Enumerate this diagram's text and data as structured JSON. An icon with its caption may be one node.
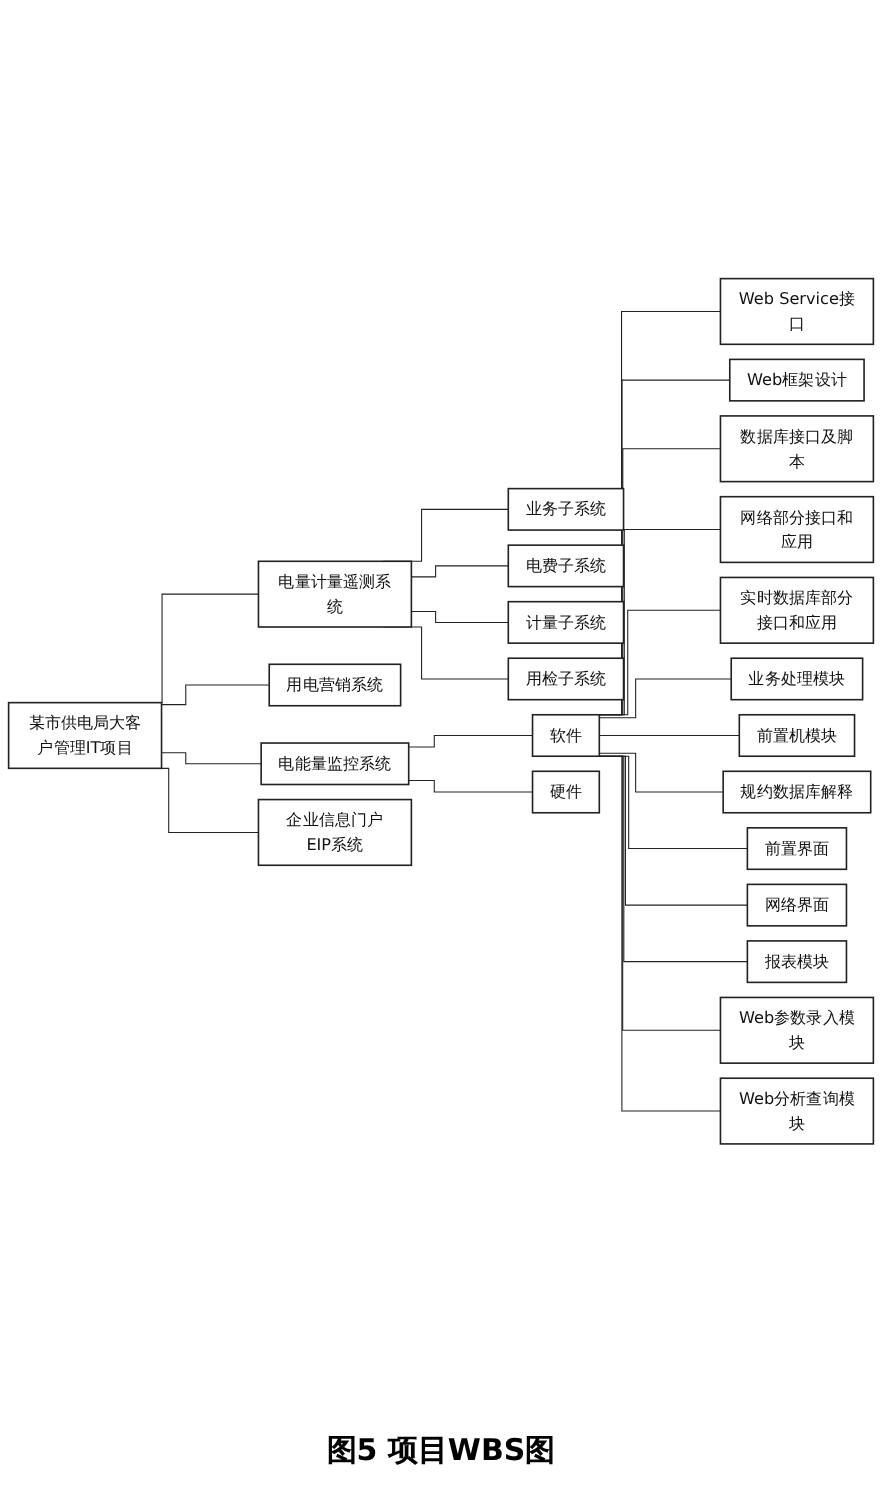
{
  "diagram": {
    "caption": "图5 项目WBS图",
    "nodes": [
      {
        "text": [
          "某市供电局大客户管理IT项目"
        ]
      },
      {
        "text": [
          "电量计量遥测系统"
        ]
      },
      {
        "text": [
          "用电营销系统"
        ]
      },
      {
        "text": [
          "电能量监控系统"
        ]
      },
      {
        "text": [
          "企业信息门户EIP系统"
        ]
      },
      {
        "text": [
          "业务子系统"
        ]
      },
      {
        "text": [
          "电费子系统"
        ]
      },
      {
        "text": [
          "计量子系统"
        ]
      },
      {
        "text": [
          "用检子系统"
        ]
      },
      {
        "text": [
          "软件"
        ]
      },
      {
        "text": [
          "硬件"
        ]
      },
      {
        "text": [
          "Web Service接口"
        ]
      },
      {
        "text": [
          "Web框架设计"
        ]
      },
      {
        "text": [
          "数据库接口及脚本"
        ]
      },
      {
        "text": [
          "网络部分接口和应用"
        ]
      },
      {
        "text": [
          "实时数据库部分接口和应用"
        ]
      },
      {
        "text": [
          "业务处理模块"
        ]
      },
      {
        "text": [
          "前置机模块"
        ]
      },
      {
        "text": [
          "规约数据库解释"
        ]
      },
      {
        "text": [
          "前置界面"
        ]
      },
      {
        "text": [
          "网络界面"
        ]
      },
      {
        "text": [
          "报表模块"
        ]
      },
      {
        "text": [
          "Web参数录入模块"
        ]
      },
      {
        "text": [
          "Web分析查询模块"
        ]
      }
    ],
    "edges": [
      {
        "from": 0,
        "to": 1,
        "arrow": "none"
      },
      {
        "from": 0,
        "to": 2,
        "arrow": "none"
      },
      {
        "from": 0,
        "to": 3,
        "arrow": "none"
      },
      {
        "from": 0,
        "to": 4,
        "arrow": "none"
      },
      {
        "from": 1,
        "to": 5,
        "arrow": "none"
      },
      {
        "from": 1,
        "to": 6,
        "arrow": "none"
      },
      {
        "from": 1,
        "to": 7,
        "arrow": "none"
      },
      {
        "from": 1,
        "to": 8,
        "arrow": "none"
      },
      {
        "from": 3,
        "to": 9,
        "arrow": "none"
      },
      {
        "from": 3,
        "to": 10,
        "arrow": "none"
      },
      {
        "from": 9,
        "to": 11,
        "arrow": "none"
      },
      {
        "from": 9,
        "to": 12,
        "arrow": "none"
      },
      {
        "from": 9,
        "to": 13,
        "arrow": "none"
      },
      {
        "from": 9,
        "to": 14,
        "arrow": "none"
      },
      {
        "from": 9,
        "to": 15,
        "arrow": "none"
      },
      {
        "from": 9,
        "to": 16,
        "arrow": "none"
      },
      {
        "from": 9,
        "to": 17,
        "arrow": "none"
      },
      {
        "from": 9,
        "to": 18,
        "arrow": "none"
      },
      {
        "from": 9,
        "to": 19,
        "arrow": "none"
      },
      {
        "from": 9,
        "to": 20,
        "arrow": "none"
      },
      {
        "from": 9,
        "to": 21,
        "arrow": "none"
      },
      {
        "from": 9,
        "to": 22,
        "arrow": "none"
      },
      {
        "from": 9,
        "to": 23,
        "arrow": "none"
      }
    ]
  }
}
